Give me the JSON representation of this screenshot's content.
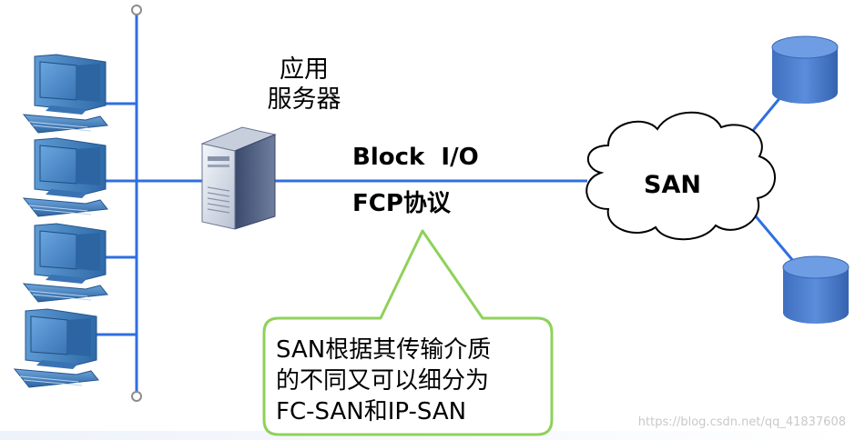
{
  "server": {
    "label_line1": "应用",
    "label_line2": "服务器"
  },
  "link": {
    "label_line1": "Block  I/O",
    "label_line2": "FCP协议"
  },
  "san": {
    "label": "SAN"
  },
  "callout": {
    "line1": "SAN根据其传输介质",
    "line2": "的不同又可以细分为",
    "line3": "FC-SAN和IP-SAN"
  },
  "watermark": "https://blog.csdn.net/qq_41837608",
  "colors": {
    "line_blue": "#2f6fe0",
    "callout_border": "#8fd15a",
    "disk_blue": "#4d7fcf",
    "disk_top": "#5b8ee0",
    "monitor_blue": "#4a88c7"
  },
  "icons": {
    "client": "desktop-computer-icon",
    "server": "tower-server-icon",
    "storage": "disk-cylinder-icon",
    "network": "cloud-icon"
  }
}
